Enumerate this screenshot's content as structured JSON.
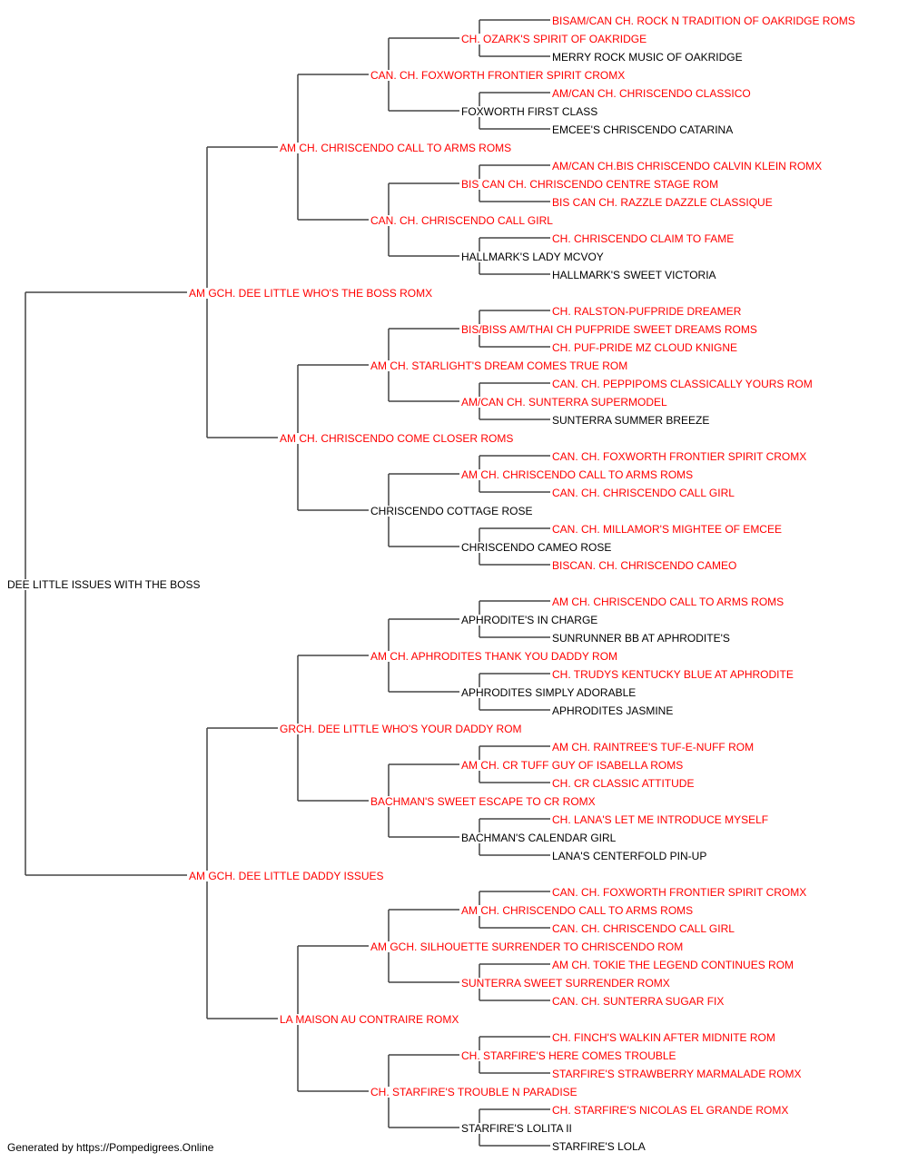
{
  "colors": {
    "titled": "#ff0000",
    "untitled": "#000000",
    "line": "#444444"
  },
  "subject": {
    "name": "DEE LITTLE ISSUES WITH THE BOSS",
    "titled": false
  },
  "generations": [
    [
      {
        "name": "AM GCH. DEE LITTLE WHO'S THE BOSS ROMX",
        "titled": true
      },
      {
        "name": "AM GCH. DEE LITTLE DADDY ISSUES",
        "titled": true
      }
    ],
    [
      {
        "name": "AM CH. CHRISCENDO CALL TO ARMS ROMS",
        "titled": true
      },
      {
        "name": "AM CH. CHRISCENDO COME CLOSER ROMS",
        "titled": true
      },
      {
        "name": "GRCH. DEE LITTLE WHO'S YOUR DADDY ROM",
        "titled": true
      },
      {
        "name": "LA MAISON AU CONTRAIRE ROMX",
        "titled": true
      }
    ],
    [
      {
        "name": "CAN. CH. FOXWORTH FRONTIER SPIRIT CROMX",
        "titled": true
      },
      {
        "name": "CAN. CH. CHRISCENDO CALL GIRL",
        "titled": true
      },
      {
        "name": "AM CH. STARLIGHT'S DREAM COMES TRUE ROM",
        "titled": true
      },
      {
        "name": "CHRISCENDO COTTAGE ROSE",
        "titled": false
      },
      {
        "name": "AM CH. APHRODITES THANK YOU DADDY ROM",
        "titled": true
      },
      {
        "name": "BACHMAN'S SWEET ESCAPE TO CR ROMX",
        "titled": true
      },
      {
        "name": "AM GCH. SILHOUETTE SURRENDER TO CHRISCENDO ROM",
        "titled": true
      },
      {
        "name": "CH. STARFIRE'S TROUBLE N PARADISE",
        "titled": true
      }
    ],
    [
      {
        "name": "CH. OZARK'S SPIRIT OF OAKRIDGE",
        "titled": true
      },
      {
        "name": "FOXWORTH FIRST CLASS",
        "titled": false
      },
      {
        "name": "BIS CAN CH. CHRISCENDO CENTRE STAGE ROM",
        "titled": true
      },
      {
        "name": "HALLMARK'S LADY MCVOY",
        "titled": false
      },
      {
        "name": "BIS/BISS AM/THAI CH PUFPRIDE SWEET DREAMS ROMS",
        "titled": true
      },
      {
        "name": "AM/CAN CH. SUNTERRA SUPERMODEL",
        "titled": true
      },
      {
        "name": "AM CH. CHRISCENDO CALL TO ARMS ROMS",
        "titled": true
      },
      {
        "name": "CHRISCENDO CAMEO ROSE",
        "titled": false
      },
      {
        "name": "APHRODITE'S IN CHARGE",
        "titled": false
      },
      {
        "name": "APHRODITES SIMPLY ADORABLE",
        "titled": false
      },
      {
        "name": "AM CH. CR TUFF GUY OF ISABELLA ROMS",
        "titled": true
      },
      {
        "name": "BACHMAN'S CALENDAR GIRL",
        "titled": false
      },
      {
        "name": "AM CH. CHRISCENDO CALL TO ARMS ROMS",
        "titled": true
      },
      {
        "name": "SUNTERRA SWEET SURRENDER ROMX",
        "titled": true
      },
      {
        "name": "CH. STARFIRE'S HERE COMES TROUBLE",
        "titled": true
      },
      {
        "name": "STARFIRE'S LOLITA II",
        "titled": false
      }
    ],
    [
      {
        "name": "BISAM/CAN CH. ROCK N TRADITION OF OAKRIDGE ROMS",
        "titled": true
      },
      {
        "name": "MERRY ROCK MUSIC OF OAKRIDGE",
        "titled": false
      },
      {
        "name": "AM/CAN CH. CHRISCENDO CLASSICO",
        "titled": true
      },
      {
        "name": "EMCEE'S CHRISCENDO CATARINA",
        "titled": false
      },
      {
        "name": "AM/CAN CH.BIS CHRISCENDO CALVIN KLEIN ROMX",
        "titled": true
      },
      {
        "name": "BIS CAN CH. RAZZLE DAZZLE CLASSIQUE",
        "titled": true
      },
      {
        "name": "CH. CHRISCENDO CLAIM TO FAME",
        "titled": true
      },
      {
        "name": "HALLMARK'S SWEET VICTORIA",
        "titled": false
      },
      {
        "name": "CH. RALSTON-PUFPRIDE DREAMER",
        "titled": true
      },
      {
        "name": "CH. PUF-PRIDE MZ CLOUD KNIGNE",
        "titled": true
      },
      {
        "name": "CAN. CH. PEPPIPOMS CLASSICALLY YOURS ROM",
        "titled": true
      },
      {
        "name": "SUNTERRA SUMMER BREEZE",
        "titled": false
      },
      {
        "name": "CAN. CH. FOXWORTH FRONTIER SPIRIT CROMX",
        "titled": true
      },
      {
        "name": "CAN. CH. CHRISCENDO CALL GIRL",
        "titled": true
      },
      {
        "name": "CAN. CH. MILLAMOR'S MIGHTEE OF EMCEE",
        "titled": true
      },
      {
        "name": "BISCAN. CH. CHRISCENDO CAMEO",
        "titled": true
      },
      {
        "name": "AM CH. CHRISCENDO CALL TO ARMS ROMS",
        "titled": true
      },
      {
        "name": "SUNRUNNER BB AT APHRODITE'S",
        "titled": false
      },
      {
        "name": "CH. TRUDYS KENTUCKY BLUE AT APHRODITE",
        "titled": true
      },
      {
        "name": "APHRODITES JASMINE",
        "titled": false
      },
      {
        "name": "AM CH. RAINTREE'S TUF-E-NUFF ROM",
        "titled": true
      },
      {
        "name": "CH. CR CLASSIC ATTITUDE",
        "titled": true
      },
      {
        "name": "CH. LANA'S LET ME INTRODUCE MYSELF",
        "titled": true
      },
      {
        "name": "LANA'S CENTERFOLD PIN-UP",
        "titled": false
      },
      {
        "name": "CAN. CH. FOXWORTH FRONTIER SPIRIT CROMX",
        "titled": true
      },
      {
        "name": "CAN. CH. CHRISCENDO CALL GIRL",
        "titled": true
      },
      {
        "name": "AM CH. TOKIE THE LEGEND CONTINUES ROM",
        "titled": true
      },
      {
        "name": "CAN. CH. SUNTERRA SUGAR FIX",
        "titled": true
      },
      {
        "name": "CH. FINCH'S WALKIN AFTER MIDNITE ROM",
        "titled": true
      },
      {
        "name": "STARFIRE'S STRAWBERRY MARMALADE ROMX",
        "titled": true
      },
      {
        "name": "CH. STARFIRE'S NICOLAS EL GRANDE ROMX",
        "titled": true
      },
      {
        "name": "STARFIRE'S LOLA",
        "titled": false
      }
    ]
  ],
  "footer": {
    "text": "Generated by https://Pompedigrees.Online"
  }
}
